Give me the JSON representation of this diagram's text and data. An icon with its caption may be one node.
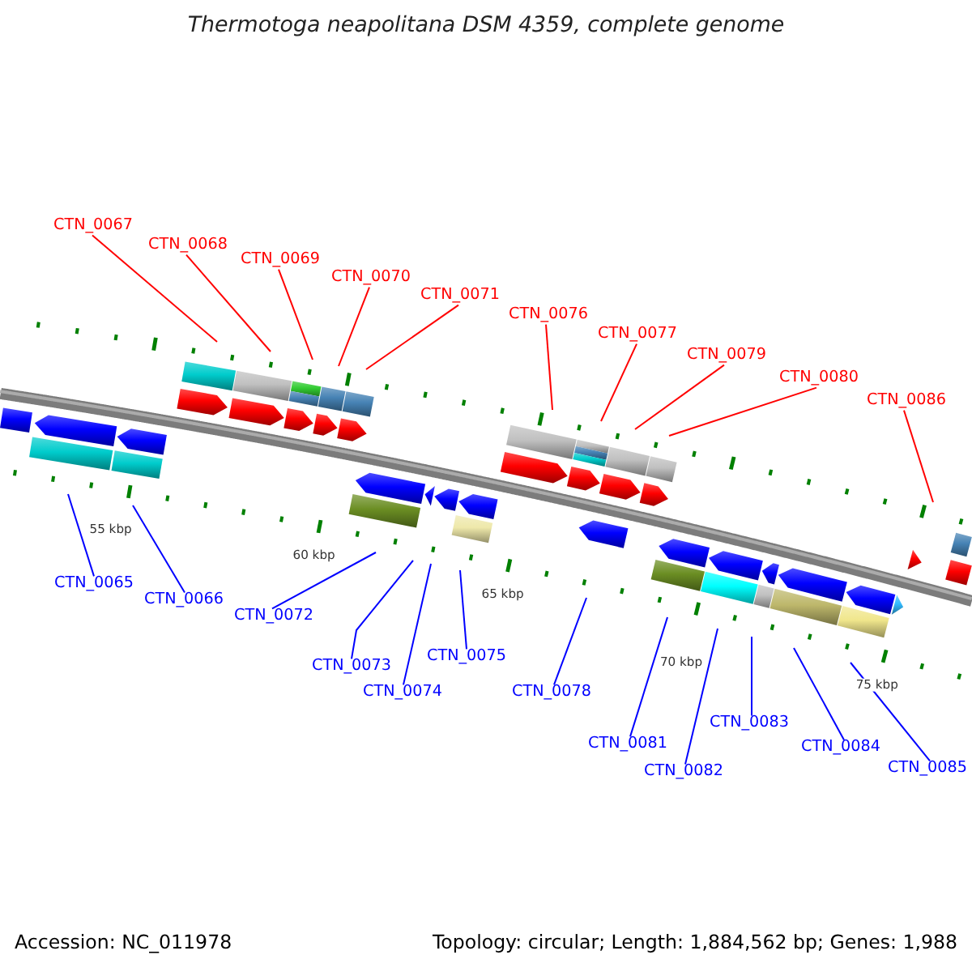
{
  "diagram": {
    "title": "Thermotoga neapolitana DSM 4359, complete genome",
    "nodes": [
      {
        "text": [
          "CTN_0067"
        ]
      },
      {
        "text": [
          "CTN_0068"
        ]
      },
      {
        "text": [
          "CTN_0069"
        ]
      },
      {
        "text": [
          "CTN_0070"
        ]
      },
      {
        "text": [
          "CTN_0071"
        ]
      },
      {
        "text": [
          "CTN_0076"
        ]
      },
      {
        "text": [
          "CTN_0077"
        ]
      },
      {
        "text": [
          "CTN_0079"
        ]
      },
      {
        "text": [
          "CTN_0080"
        ]
      },
      {
        "text": [
          "CTN_0086"
        ]
      },
      {
        "text": [
          "CTN_0065"
        ]
      },
      {
        "text": [
          "CTN_0066"
        ]
      },
      {
        "text": [
          "CTN_0072"
        ]
      },
      {
        "text": [
          "CTN_0073"
        ]
      },
      {
        "text": [
          "CTN_0074"
        ]
      },
      {
        "text": [
          "CTN_0075"
        ]
      },
      {
        "text": [
          "CTN_0078"
        ]
      },
      {
        "text": [
          "CTN_0081"
        ]
      },
      {
        "text": [
          "CTN_0082"
        ]
      },
      {
        "text": [
          "CTN_0083"
        ]
      },
      {
        "text": [
          "CTN_0084"
        ]
      },
      {
        "text": [
          "CTN_0085"
        ]
      }
    ],
    "edges": [
      {
        "from": 0,
        "to": null,
        "arrow": "none",
        "color": "#ff0000"
      },
      {
        "from": 1,
        "to": null,
        "arrow": "none",
        "color": "#ff0000"
      },
      {
        "from": 2,
        "to": null,
        "arrow": "none",
        "color": "#ff0000"
      },
      {
        "from": 3,
        "to": null,
        "arrow": "none",
        "color": "#ff0000"
      },
      {
        "from": 4,
        "to": null,
        "arrow": "none",
        "color": "#ff0000"
      },
      {
        "from": 5,
        "to": null,
        "arrow": "none",
        "color": "#ff0000"
      },
      {
        "from": 6,
        "to": null,
        "arrow": "none",
        "color": "#ff0000"
      },
      {
        "from": 7,
        "to": null,
        "arrow": "none",
        "color": "#ff0000"
      },
      {
        "from": 8,
        "to": null,
        "arrow": "none",
        "color": "#ff0000"
      },
      {
        "from": 9,
        "to": null,
        "arrow": "none",
        "color": "#ff0000"
      },
      {
        "from": 10,
        "to": null,
        "arrow": "none"
      },
      {
        "from": 11,
        "to": null,
        "arrow": "none"
      },
      {
        "from": 12,
        "to": null,
        "arrow": "none"
      },
      {
        "from": 13,
        "to": null,
        "arrow": "none"
      },
      {
        "from": 14,
        "to": null,
        "arrow": "none"
      },
      {
        "from": 15,
        "to": null,
        "arrow": "none"
      },
      {
        "from": 16,
        "to": null,
        "arrow": "none"
      },
      {
        "from": 17,
        "to": null,
        "arrow": "none"
      },
      {
        "from": 18,
        "to": null,
        "arrow": "none"
      },
      {
        "from": 19,
        "to": null,
        "arrow": "none"
      },
      {
        "from": 20,
        "to": null,
        "arrow": "none"
      },
      {
        "from": 21,
        "to": null,
        "arrow": "none"
      }
    ],
    "labels": [
      "55 kbp",
      "60 kbp",
      "65 kbp",
      "70 kbp",
      "75 kbp",
      "Accession: NC_011978",
      "Topology: circular; Length: 1,884,562 bp; Genes: 1,988"
    ]
  }
}
